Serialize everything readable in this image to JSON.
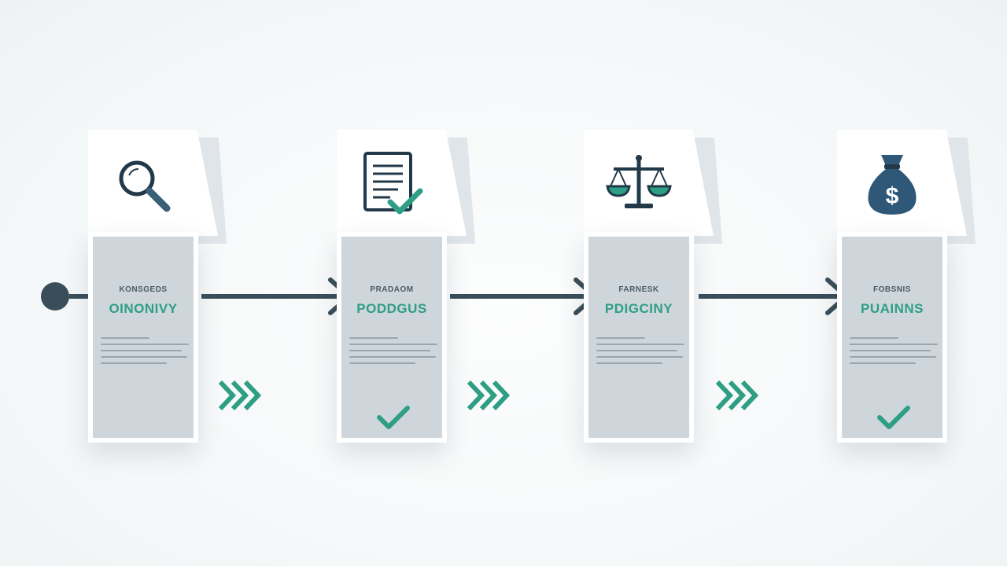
{
  "colors": {
    "accent_green": "#2e9e84",
    "dark_slate": "#3a4e5a",
    "panel_gray": "#cfd6db"
  },
  "steps": [
    {
      "icon": "magnifier-icon",
      "subtitle": "KONSGEDS",
      "title": "OINONIVY",
      "done": false
    },
    {
      "icon": "document-check-icon",
      "subtitle": "PRADAOM",
      "title": "PODDGUS",
      "done": true
    },
    {
      "icon": "scales-icon",
      "subtitle": "FARNESK",
      "title": "PDIGCINY",
      "done": false
    },
    {
      "icon": "money-bag-icon",
      "subtitle": "FOBSNIS",
      "title": "PUAINNS",
      "done": true
    }
  ]
}
